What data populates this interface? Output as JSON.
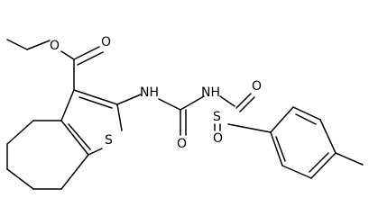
{
  "molecule": {
    "atom_labels": {
      "ester_o1": "O",
      "ester_o2": "O",
      "nh1": "NH",
      "nh2": "NH",
      "s_ring": "S",
      "urea_o": "O",
      "s_sulfonyl": "S",
      "so_upper": "O",
      "so_lower": "O"
    }
  }
}
